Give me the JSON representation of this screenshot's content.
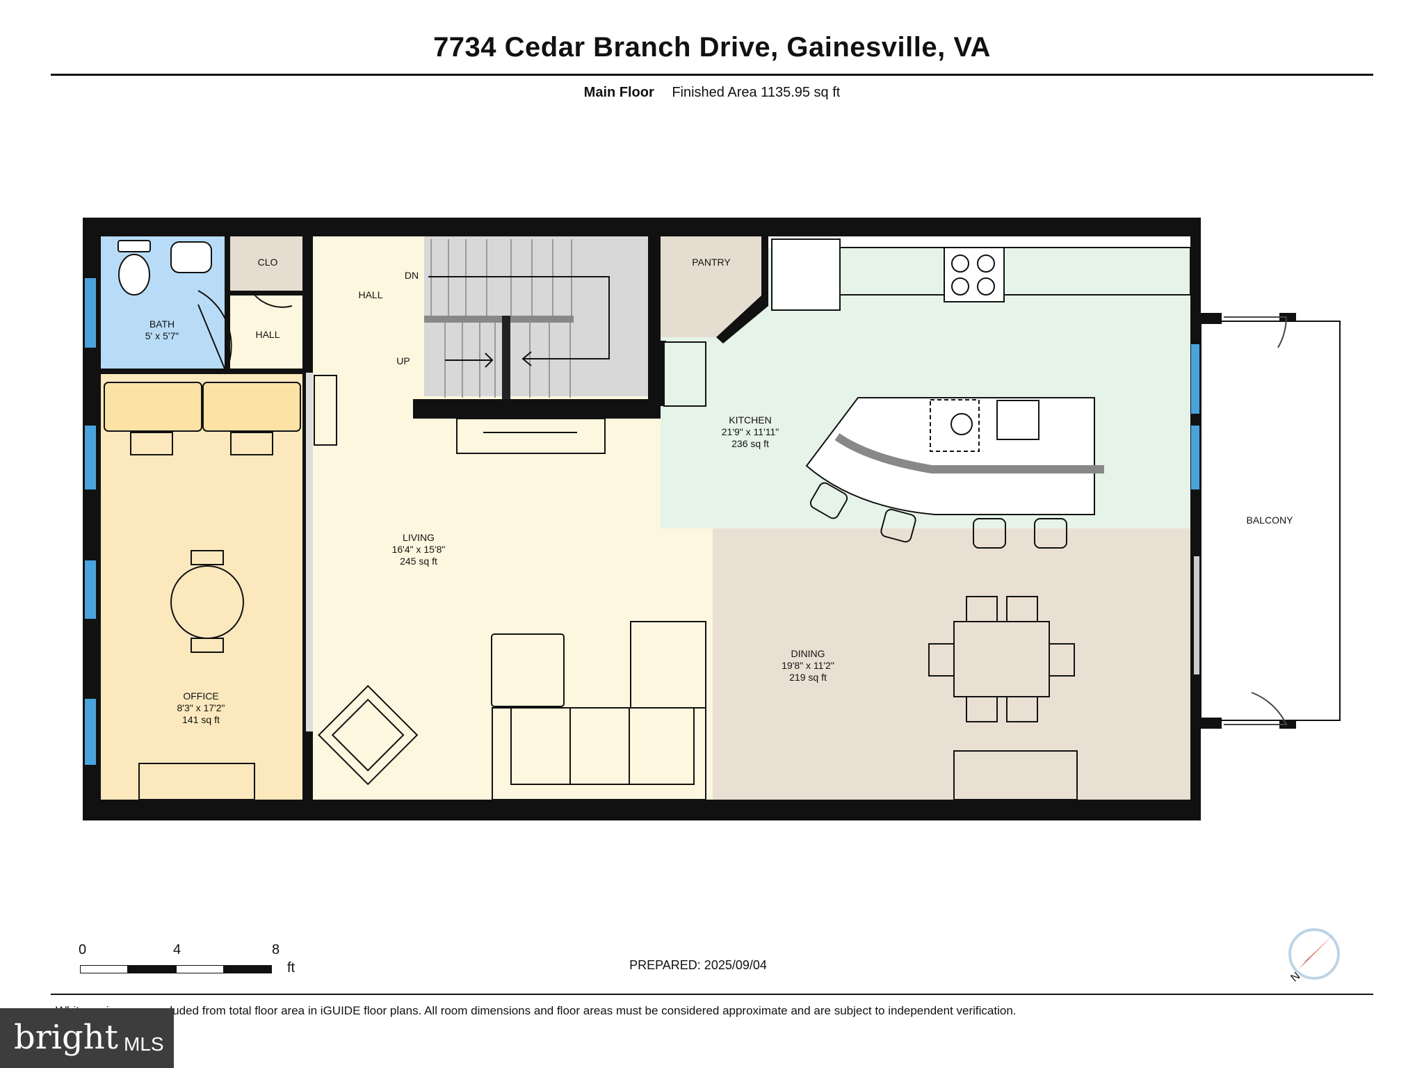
{
  "header": {
    "address": "7734 Cedar Branch Drive, Gainesville, VA",
    "floor_name": "Main Floor",
    "finished_area": "Finished Area 1135.95 sq ft"
  },
  "rooms": {
    "bath": {
      "name": "BATH",
      "dims": "5' x 5'7\""
    },
    "clo": {
      "name": "CLO"
    },
    "hall_small": {
      "name": "HALL"
    },
    "hall_main": {
      "name": "HALL"
    },
    "stairs_dn": {
      "name": "DN"
    },
    "stairs_up": {
      "name": "UP"
    },
    "pantry": {
      "name": "PANTRY"
    },
    "kitchen": {
      "name": "KITCHEN",
      "dims": "21'9\" x 11'11\"",
      "area": "236 sq ft"
    },
    "living": {
      "name": "LIVING",
      "dims": "16'4\" x 15'8\"",
      "area": "245 sq ft"
    },
    "office": {
      "name": "OFFICE",
      "dims": "8'3\" x 17'2\"",
      "area": "141 sq ft"
    },
    "dining": {
      "name": "DINING",
      "dims": "19'8\" x 11'2\"",
      "area": "219 sq ft"
    },
    "balcony": {
      "name": "BALCONY"
    }
  },
  "scale_bar": {
    "ticks": [
      "0",
      "4",
      "8"
    ],
    "unit": "ft"
  },
  "footer": {
    "prepared": "PREPARED: 2025/09/04",
    "disclaimer": "White regions are excluded from total floor area in iGUIDE floor plans. All room dimensions and floor areas must be considered approximate and are subject to independent verification.",
    "brand_main": "bright",
    "brand_suffix": "MLS",
    "compass_label": "N"
  },
  "colors": {
    "bath": "#b8dcf7",
    "office": "#fbe9bd",
    "living": "#fdf7df",
    "kitchen": "#e6f3e8",
    "dining": "#e9e0d3",
    "pantry": "#e6ddd1",
    "clo": "#e6ddd1",
    "wall": "#111111",
    "window": "#4aa3dc",
    "compass": "#e8453c"
  }
}
